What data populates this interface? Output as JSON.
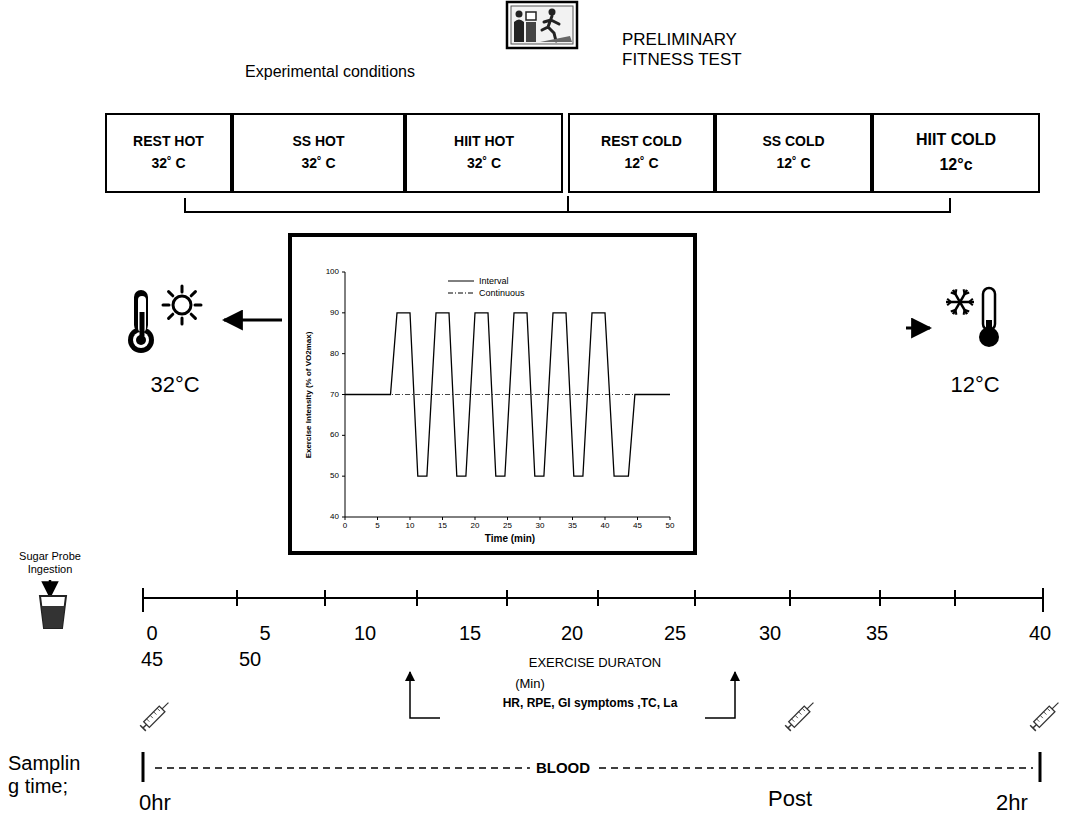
{
  "diagram": {
    "nodes": [
      {
        "text": [
          "REST HOT",
          "32˚ C"
        ]
      },
      {
        "text": [
          "SS HOT",
          "32˚ C"
        ]
      },
      {
        "text": [
          "HIIT HOT",
          "32˚ C"
        ]
      },
      {
        "text": [
          "REST COLD",
          "12˚ C"
        ]
      },
      {
        "text": [
          "SS COLD",
          "12˚ C"
        ]
      },
      {
        "text": [
          "HIIT COLD",
          "12°c"
        ]
      }
    ],
    "labels": [
      "PRELIMINARY FITNESS TEST",
      "Experimental conditions",
      "32°C",
      "12°C",
      "100",
      "90",
      "80",
      "70",
      "60",
      "50",
      "40",
      "0",
      "5",
      "10",
      "15",
      "20",
      "25",
      "30",
      "35",
      "40",
      "45",
      "50",
      "Time (min)",
      "Exercise Intensity (% of VO2max)",
      "Sugar Probe Ingestion",
      "0",
      "5",
      "10",
      "15",
      "20",
      "25",
      "30",
      "35",
      "40",
      "45",
      "50",
      "EXERCISE DURATON",
      "(Min)",
      "HR, RPE, GI symptoms ,TC, La",
      "Samplin g time;",
      "BLOOD",
      "0hr",
      "Post",
      "2hr"
    ],
    "legend": [
      {
        "text": "Interval"
      },
      {
        "text": "Continuous"
      }
    ]
  }
}
